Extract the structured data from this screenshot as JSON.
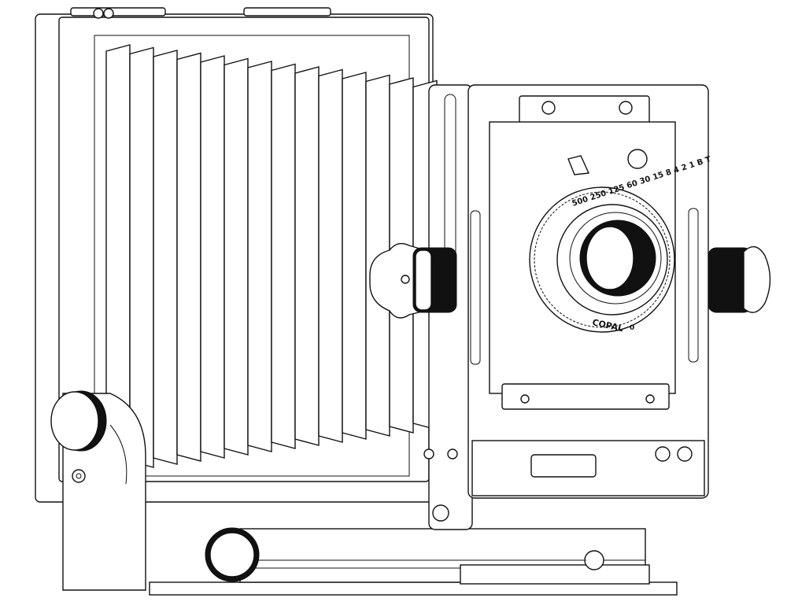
{
  "drawing": {
    "lens": {
      "brand": "COPAL",
      "size": "0",
      "speeds": "500 250 125 60 30 15 8 4 2 1 B T"
    },
    "colors": {
      "line": "#111111",
      "background": "#ffffff"
    }
  }
}
